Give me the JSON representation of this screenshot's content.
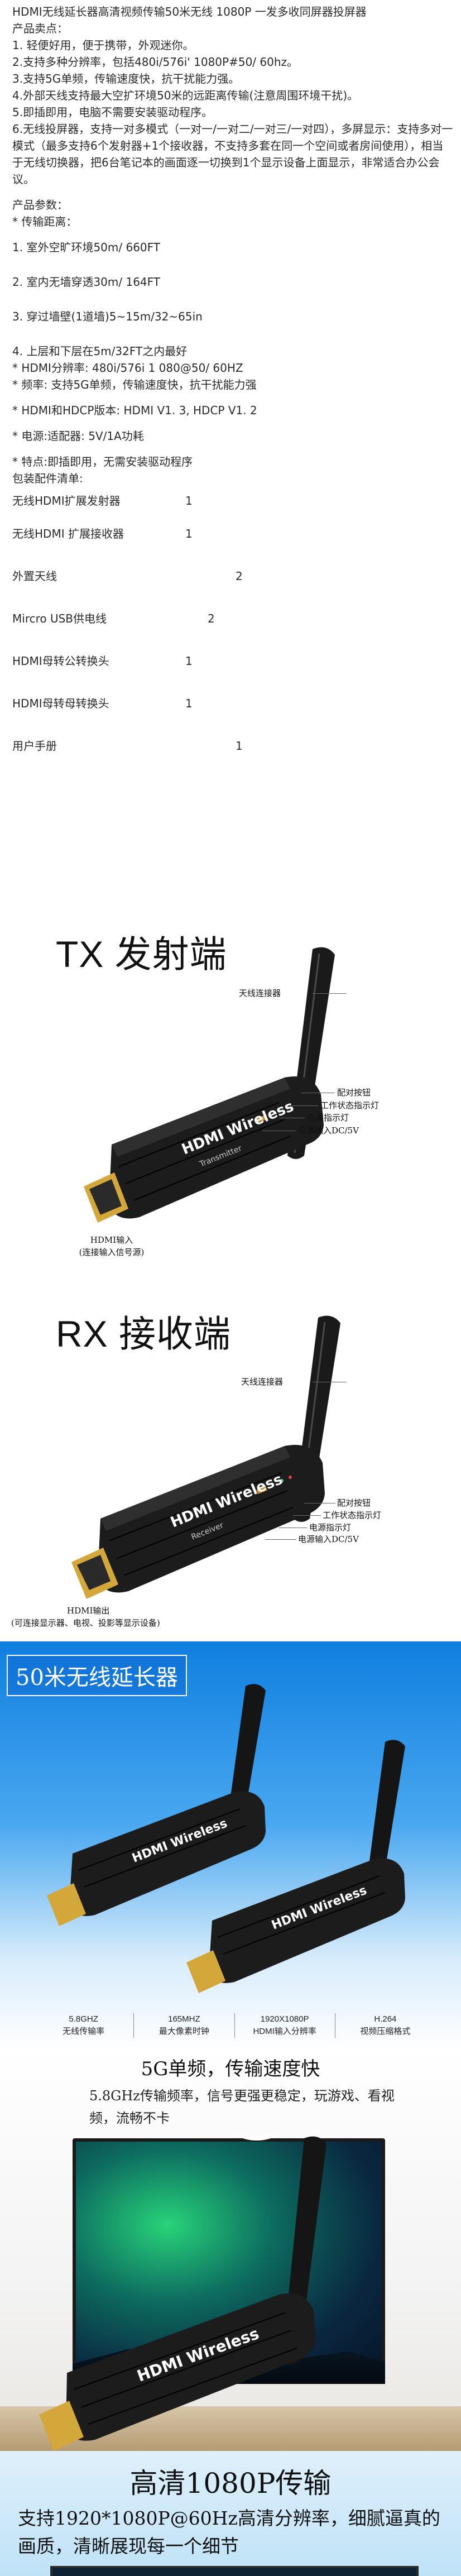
{
  "intro": {
    "title": "HDMI无线延长器高清视频传输50米无线 1080P 一发多收同屏器投屏器",
    "features_heading": "产品卖点：",
    "features": [
      "1. 轻便好用，便于携带，外观迷你。",
      "2.支持多种分辨率，包括480i/576i' 1080P#50/ 60hz。",
      "3.支持5G单频，传输速度快，抗干扰能力强。",
      "4.外部天线支持最大空扩环境50米的远距离传输(注意周围环境干扰)。",
      "5.即插即用，电脑不需要安装驱动程序。",
      "6.无线投屏器，支持一对多模式（一对一/一对二/一对三/一对四），多屏显示：支持多对一模式（最多支持6个发射器+1个接收器，不支持多套在同一个空间或者房间使用），相当于无线切换器，把6台笔记本的画面逐一切换到1个显示设备上面显示，非常适合办公会议。"
    ],
    "params_heading": "产品参数：",
    "distance_heading": "* 传输距离：",
    "distance_items": [
      "1. 室外空旷环境50m/ 660FT",
      "2. 室内无墙穿透30m/ 164FT",
      "3. 穿过墙壁(1道墙)5~15m/32~65in",
      "4. 上层和下层在5m/32FT之内最好"
    ],
    "specs": [
      "* HDMI分辨率: 480i/576i 1 080@50/ 60HZ",
      "* 频率: 支持5G单频，传输速度快，抗干扰能力强",
      "* HDMI和HDCP版本: HDMI V1. 3, HDCP V1. 2",
      "* 电源:适配器: 5V/1A功耗",
      "* 特点:即插即用，无需安装驱动程序"
    ],
    "package_heading": "包装配件清单:",
    "package": [
      {
        "item": "无线HDMI扩展发射器",
        "qty": "1"
      },
      {
        "item": "无线HDMI 扩展接收器",
        "qty": "1"
      },
      {
        "item": "外置天线",
        "qty": "2"
      },
      {
        "item": "Mircro USB供电线",
        "qty": "2"
      },
      {
        "item": "HDMI母转公转换头",
        "qty": "1"
      },
      {
        "item": "HDMI母转母转换头",
        "qty": "1"
      },
      {
        "item": "用户手册",
        "qty": "1"
      }
    ]
  },
  "tx": {
    "title": "TX 发射端",
    "device_label": "HDMI Wireless",
    "device_sub": "Transmitter",
    "callouts": {
      "antenna": "天线连接器",
      "pair": "配对按钮",
      "status": "工作状态指示灯",
      "power_led": "电源指示灯",
      "power_in": "电源输入DC/5V"
    },
    "caption_1": "HDMI输入",
    "caption_2": "(连接输入信号源)"
  },
  "rx": {
    "title": "RX 接收端",
    "device_label": "HDMI Wireless",
    "device_sub": "Receiver",
    "callouts": {
      "antenna": "天线连接器",
      "pair": "配对按钮",
      "status": "工作状态指示灯",
      "power_led": "电源指示灯",
      "power_in": "电源输入DC/5V"
    },
    "caption_1": "HDMI输出",
    "caption_2": "(可连接显示器、电视、投影等显示设备)"
  },
  "banner": {
    "title": "50米无线延长器",
    "device_label": "HDMI Wireless",
    "specs": [
      {
        "value": "5.8GHZ",
        "label": "无线传输率"
      },
      {
        "value": "165MHZ",
        "label": "最大像素时钟"
      },
      {
        "value": "1920X1080P",
        "label": "HDMI输入分辨率"
      },
      {
        "value": "H.264",
        "label": "视频压缩格式"
      }
    ]
  },
  "section_5g": {
    "heading": "5G单频，传输速度快",
    "desc": "5.8GHz传输频率，信号更强更稳定，玩游戏、看视频，流畅不卡",
    "device_label": "HDMI Wireless"
  },
  "section_1080": {
    "heading": "高清1080P传输",
    "desc": "支持1920*1080P@60Hz高清分辨率，细腻逼真的画质，清晰展现每一个细节"
  },
  "colors": {
    "banner_blue": "#0f7fe0",
    "device_body": "#1c1c1c",
    "hdmi_gold": "#d4a73a"
  }
}
